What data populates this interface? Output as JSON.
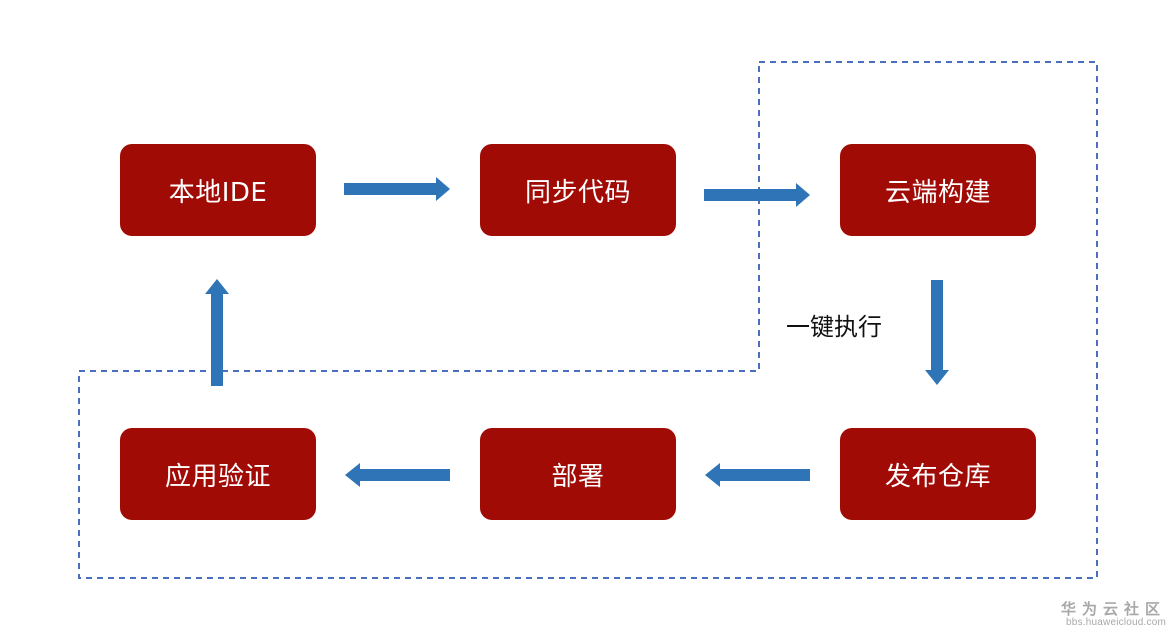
{
  "nodes": {
    "local_ide": "本地IDE",
    "sync_code": "同步代码",
    "cloud_build": "云端构建",
    "publish_repo": "发布仓库",
    "deploy": "部署",
    "app_verify": "应用验证"
  },
  "one_click_label": "一键执行",
  "watermark": {
    "title": "华为云社区",
    "url": "bbs.huaweicloud.com"
  },
  "colors": {
    "node_fill": "#a00b06",
    "node_text": "#ffffff",
    "arrow": "#2e74b6",
    "dashed_boundary": "#4a6fbf"
  }
}
